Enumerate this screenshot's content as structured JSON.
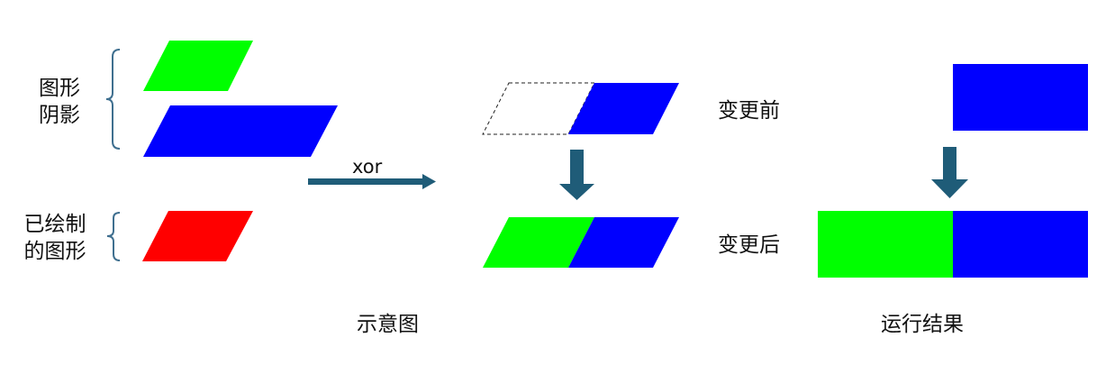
{
  "labels": {
    "shape_and_shadow_line1": "图形",
    "shape_and_shadow_line2": "阴影",
    "drawn_shape_line1": "已绘制",
    "drawn_shape_line2": "的图形",
    "xor": "xor",
    "before": "变更前",
    "after": "变更后",
    "caption_diagram": "示意图",
    "caption_result": "运行结果"
  },
  "colors": {
    "green": "#00ff00",
    "blue": "#0000ff",
    "red": "#ff0000",
    "arrow": "#1f5c78",
    "bracket": "#3f6f8f",
    "text": "#111111"
  }
}
